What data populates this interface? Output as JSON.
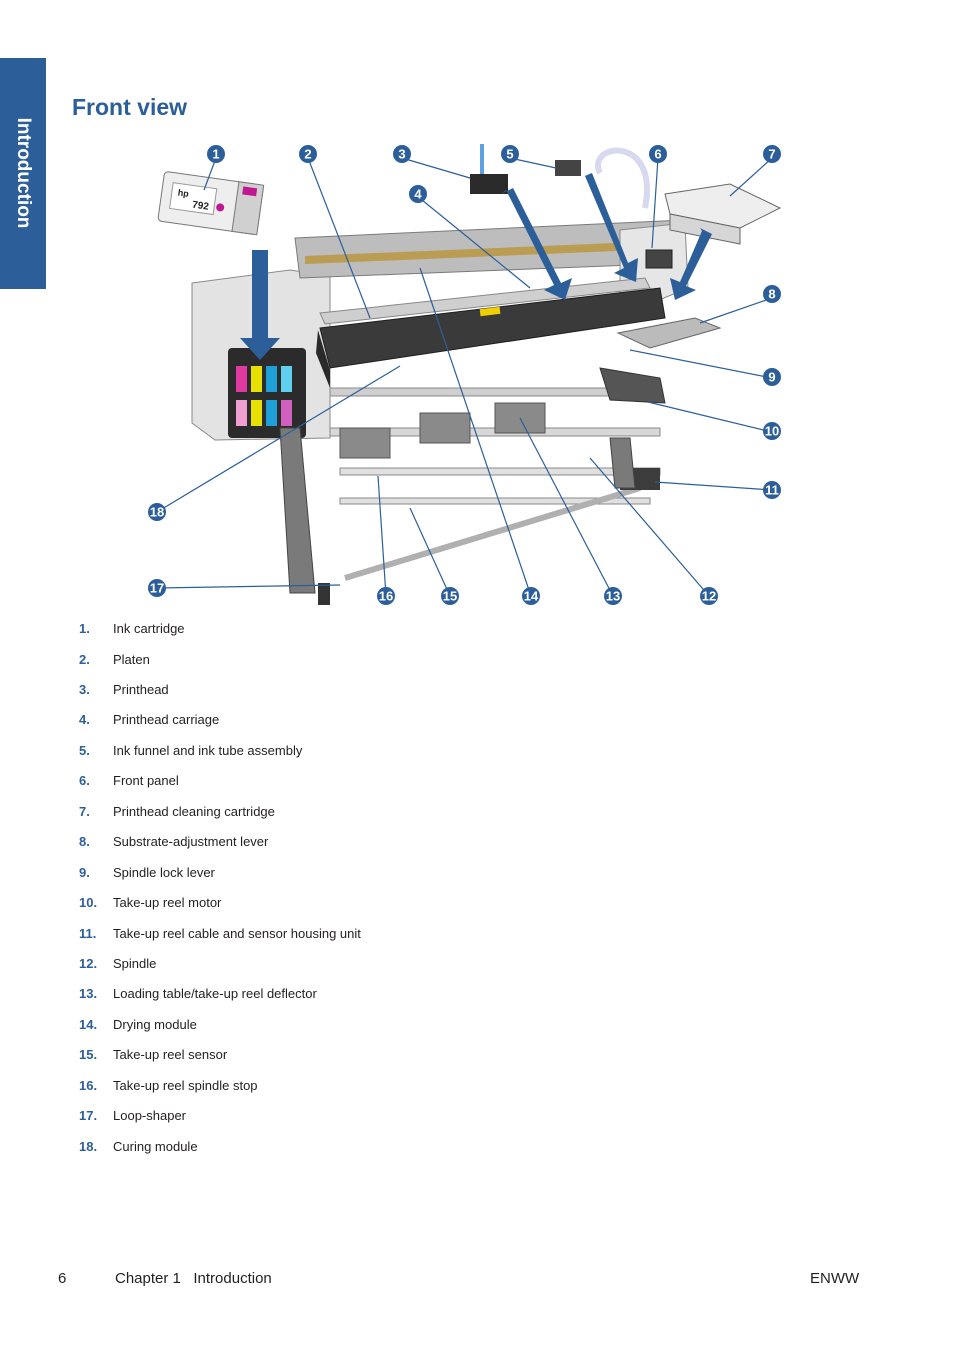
{
  "side_tab": {
    "label": "Introduction"
  },
  "page_title": "Front view",
  "figure": {
    "callouts": [
      "1",
      "2",
      "3",
      "4",
      "5",
      "6",
      "7",
      "8",
      "9",
      "10",
      "11",
      "12",
      "13",
      "14",
      "15",
      "16",
      "17",
      "18"
    ],
    "cartridge_label": "792",
    "brand_mark": "hp"
  },
  "legend": [
    {
      "num": "1.",
      "text": "Ink cartridge"
    },
    {
      "num": "2.",
      "text": "Platen"
    },
    {
      "num": "3.",
      "text": "Printhead"
    },
    {
      "num": "4.",
      "text": "Printhead carriage"
    },
    {
      "num": "5.",
      "text": "Ink funnel and ink tube assembly"
    },
    {
      "num": "6.",
      "text": "Front panel"
    },
    {
      "num": "7.",
      "text": "Printhead cleaning cartridge"
    },
    {
      "num": "8.",
      "text": "Substrate-adjustment lever"
    },
    {
      "num": "9.",
      "text": "Spindle lock lever"
    },
    {
      "num": "10.",
      "text": "Take-up reel motor"
    },
    {
      "num": "11.",
      "text": "Take-up reel cable and sensor housing unit"
    },
    {
      "num": "12.",
      "text": "Spindle"
    },
    {
      "num": "13.",
      "text": "Loading table/take-up reel deflector"
    },
    {
      "num": "14.",
      "text": "Drying module"
    },
    {
      "num": "15.",
      "text": "Take-up reel sensor"
    },
    {
      "num": "16.",
      "text": "Take-up reel spindle stop"
    },
    {
      "num": "17.",
      "text": "Loop-shaper"
    },
    {
      "num": "18.",
      "text": "Curing module"
    }
  ],
  "footer": {
    "page_number": "6",
    "chapter": "Chapter 1   Introduction",
    "doc_code": "ENWW"
  },
  "colors": {
    "accent": "#2c5f9a",
    "text": "#231f20",
    "printer_body": "#d9d9d9",
    "printer_dark": "#3a3a3a"
  }
}
